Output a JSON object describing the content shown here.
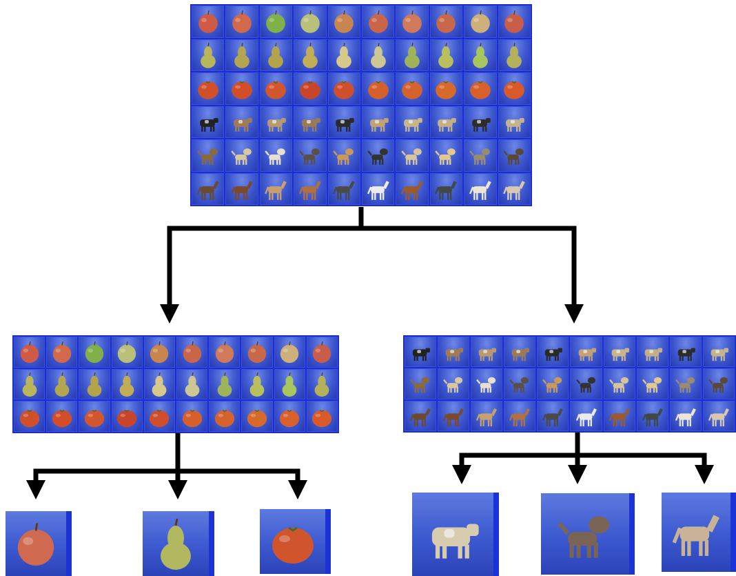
{
  "diagram": {
    "rows": {
      "apple": {
        "category": "apple",
        "colors": [
          "#cf5a45",
          "#d06a4a",
          "#7fb04a",
          "#b9c07a",
          "#c9854f",
          "#c9664a",
          "#d07a5a",
          "#c8684a",
          "#cdb07a",
          "#c85e4a"
        ]
      },
      "pear": {
        "category": "pear",
        "colors": [
          "#b8b55a",
          "#b4a550",
          "#b3a44c",
          "#c1ad55",
          "#d8c98a",
          "#cfc793",
          "#9fb458",
          "#b8bf5c",
          "#a8c65e",
          "#b4b15a"
        ]
      },
      "tomato": {
        "category": "tomato",
        "colors": [
          "#d0502a",
          "#d24e28",
          "#d2572e",
          "#c9452a",
          "#cf4f2c",
          "#d6602c",
          "#d4632e",
          "#d76a2a",
          "#d8602c",
          "#d85a2a"
        ]
      },
      "cow": {
        "category": "cow",
        "colors": [
          "#222222",
          "#a07b55",
          "#b89a72",
          "#9c7a55",
          "#2a2a2a",
          "#c0a274",
          "#c9b58c",
          "#c4b088",
          "#2c2c2c",
          "#c2b28e"
        ]
      },
      "dog": {
        "category": "dog",
        "colors": [
          "#8a6a3a",
          "#d8c8a0",
          "#e8e0cc",
          "#5a5048",
          "#c89a5a",
          "#333333",
          "#d8c49a",
          "#e0c890",
          "#9a8a70",
          "#5a4838"
        ]
      },
      "horse": {
        "category": "horse",
        "colors": [
          "#6a4a30",
          "#7a4a2a",
          "#c8a070",
          "#b07040",
          "#4a4a4a",
          "#ececec",
          "#9a5a2a",
          "#404848",
          "#ece6d8",
          "#d8c8b0"
        ]
      }
    },
    "leaves": [
      {
        "category": "apple",
        "color": "#cf6a50"
      },
      {
        "category": "pear",
        "color": "#b2b860"
      },
      {
        "category": "tomato",
        "color": "#d0552c"
      },
      {
        "category": "cow",
        "color": "#d8ccb0"
      },
      {
        "category": "dog",
        "color": "#7a6456"
      },
      {
        "category": "horse",
        "color": "#c8b298"
      }
    ]
  }
}
